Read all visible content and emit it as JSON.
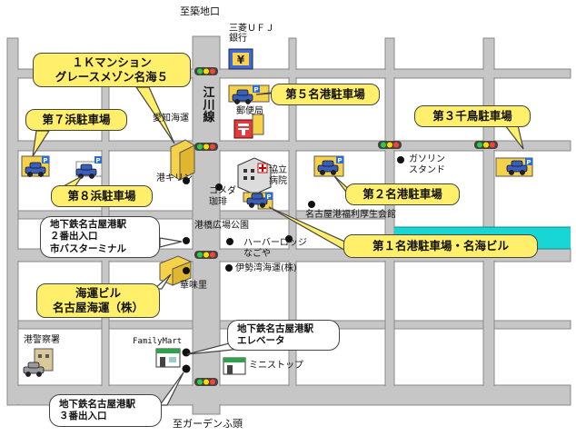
{
  "map": {
    "colors": {
      "road": "#c6c6c6",
      "road_edge": "#8a8a8a",
      "water": "#19d6d6",
      "callout_yellow": "#ffef6b",
      "building_yellow": "#f6d24a",
      "car_blue": "#3a5fb8"
    },
    "directions": {
      "north": "至築地口",
      "south": "至ガーデンふ頭"
    },
    "street_labels": {
      "egawa": "江川線"
    },
    "landmarks": {
      "bank": "三菱ＵＦＪ\n銀行",
      "post_office": "郵便局",
      "aichi_kaiun": "愛知海運",
      "minato_kirin": "港キリン",
      "komeda": "コメダ\n珈琲",
      "hospital": "協立\n病院",
      "gas_station": "ガソリン\nスタンド",
      "welfare_hall": "名古屋港福利厚生会館",
      "minatobashi_park": "港橋広場公園",
      "harbor_lodge": "ハーバーロッジ\nなごや",
      "isewan": "伊勢湾海運(株)",
      "kamiri": "華味里",
      "police": "港警察署",
      "familymart": "FamilyMart",
      "ministop": "ミニストップ"
    },
    "callouts": {
      "p_1k_mansion": "１Ｋマンション\nグレースメゾン名海５",
      "p_5": "第５名港駐車場",
      "p_7": "第７浜駐車場",
      "p_8": "第８浜駐車場",
      "p_3": "第３千鳥駐車場",
      "p_2": "第２名港駐車場",
      "p_1": "第１名港駐車場・名海ビル",
      "exit_2": "地下鉄名古屋港駅\n２番出入口\n市バスターミナル",
      "kaiun_bldg": "海運ビル\n名古屋海運（株）",
      "elevator": "地下鉄名古屋港駅\nエレベータ",
      "exit_3": "地下鉄名古屋港駅\n３番出入口"
    }
  }
}
